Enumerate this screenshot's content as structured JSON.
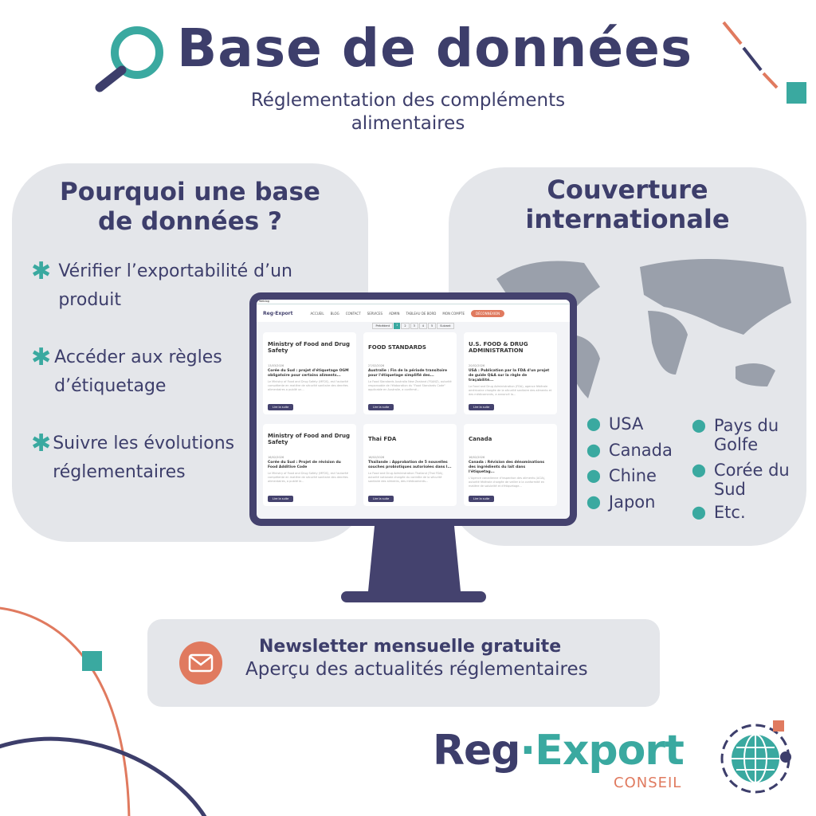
{
  "header": {
    "title": "Base de données",
    "subtitle": "Réglementation des compléments alimentaires"
  },
  "why": {
    "title": "Pourquoi une base de données ?",
    "bullets": [
      "Vérifier l’exportabilité d’un produit",
      "Accéder aux règles d’étiquetage",
      "Suivre les évolutions réglementaires"
    ]
  },
  "coverage": {
    "title": "Couverture internationale",
    "countries_col1": [
      "USA",
      "Canada",
      "Chine",
      "Japon"
    ],
    "countries_col2": [
      "Pays du Golfe",
      "Corée du Sud",
      "Etc."
    ]
  },
  "screen": {
    "tab": "Weblog",
    "logo": "Reg·Export",
    "nav": [
      "ACCUEIL",
      "BLOG",
      "CONTACT",
      "SERVICES",
      "ADMIN",
      "TABLEAU DE BORD",
      "MON COMPTE"
    ],
    "logout": "DÉCONNEXION",
    "pagination": [
      "Précédent",
      "1",
      "2",
      "3",
      "4",
      "5",
      "Suivant"
    ],
    "cards": [
      {
        "logo": "Ministry of Food and Drug Safety",
        "date": "13/03/2026",
        "title": "Corée du Sud : projet d'étiquetage OGM obligatoire pour certains aliments...",
        "excerpt": "Le Ministry of Food and Drug Safety (MFDS), est l'autorité compétente en matière de sécurité sanitaire des denrées alimentaires a publié un...",
        "button": "Lire la suite"
      },
      {
        "logo": "FOOD STANDARDS",
        "date": "27/02/2026",
        "title": "Australie : Fin de la période transitoire pour l'étiquetage simplifié des...",
        "excerpt": "La Food Standards Australia New Zealand (FSANZ), autorité responsable de l'élaboration du \"Food Standards Code\" applicable en Australie, a confirmé...",
        "button": "Lire la suite"
      },
      {
        "logo": "U.S. FOOD & DRUG ADMINISTRATION",
        "date": "20/02/2026",
        "title": "USA : Publication par la FDA d'un projet de guide Q&A sur la règle de traçabilité...",
        "excerpt": "La Food and Drug Administration (FDA), agence fédérale américaine chargée de la sécurité sanitaire des aliments et des médicaments, a annoncé la...",
        "button": "Lire la suite"
      },
      {
        "logo": "Ministry of Food and Drug Safety",
        "date": "16/02/2026",
        "title": "Corée du Sud : Projet de révision du Food Additive Code",
        "excerpt": "Le Ministry of Food and Drug Safety (MFDS), est l'autorité compétente en matière de sécurité sanitaire des denrées alimentaires, a publié le...",
        "button": "Lire la suite"
      },
      {
        "logo": "Thai FDA",
        "date": "16/02/2026",
        "title": "Thaïlande : Approbation de 5 nouvelles souches probiotiques autorisées dans l...",
        "excerpt": "La Food and Drug Administration Thailand (Thai FDA), autorité nationale chargée du contrôle de la sécurité sanitaire des aliments, des médicaments...",
        "button": "Lire la suite"
      },
      {
        "logo": "Canada",
        "date": "16/02/2026",
        "title": "Canada : Révision des dénominations des ingrédients du lait dans l'étiquetag...",
        "excerpt": "L'Agence canadienne d'inspection des aliments (ACIA), autorité fédérale chargée de veiller à la conformité en matière de salubrité et d'étiquetage...",
        "button": "Lire la suite"
      }
    ]
  },
  "newsletter": {
    "title": "Newsletter mensuelle gratuite",
    "subtitle": "Aperçu des actualités réglementaires"
  },
  "brand": {
    "reg": "Reg",
    "dot": "·",
    "export": "Export",
    "conseil": "CONSEIL"
  },
  "colors": {
    "navy": "#3d3e6b",
    "teal": "#3aa9a0",
    "orange": "#e07a5f",
    "panel": "#e4e6ea"
  }
}
